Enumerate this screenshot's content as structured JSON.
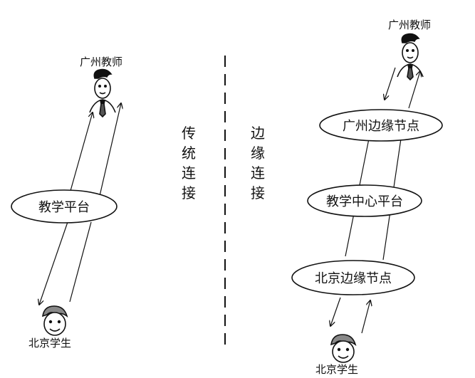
{
  "left_diagram": {
    "teacher_label": "广州教师",
    "platform_label": "教学平台",
    "student_label": "北京学生"
  },
  "divider_labels": {
    "traditional": [
      "传",
      "统",
      "连",
      "接"
    ],
    "edge": [
      "边",
      "缘",
      "连",
      "接"
    ]
  },
  "right_diagram": {
    "teacher_label": "广州教师",
    "guangzhou_node": "广州边缘节点",
    "center_node": "教学中心平台",
    "beijing_node": "北京边缘节点",
    "student_label": "北京学生"
  }
}
